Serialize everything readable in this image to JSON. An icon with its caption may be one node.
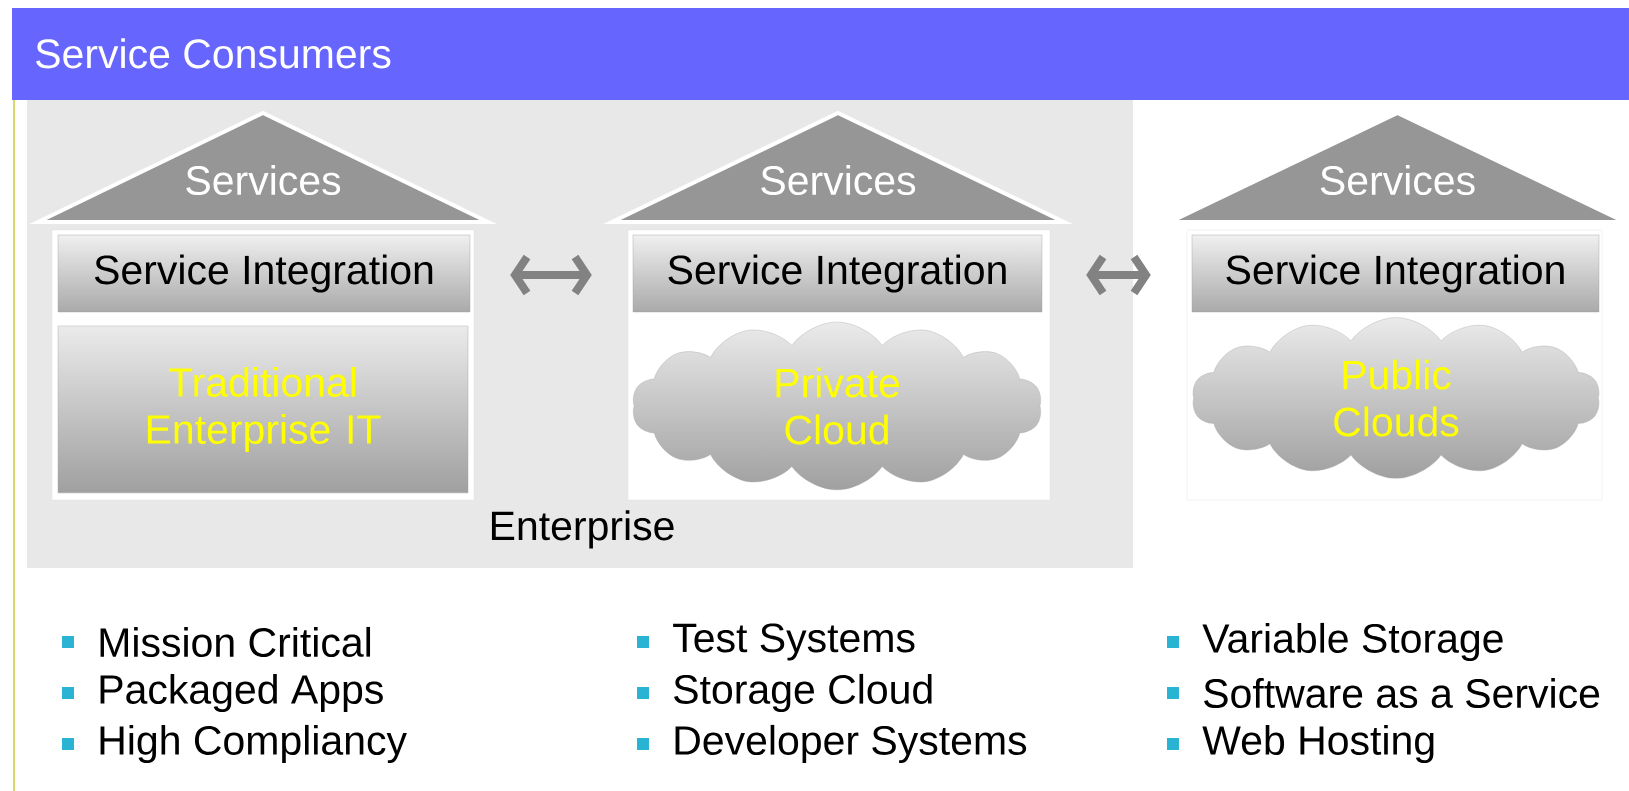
{
  "diagram": {
    "nodes": [
      {
        "text": [
          "Service Consumers"
        ]
      },
      {
        "text": [
          "Enterprise"
        ]
      },
      {
        "text": [
          "Services"
        ],
        "in": 1
      },
      {
        "text": [],
        "shape": "box",
        "in": 1
      },
      {
        "text": [
          "Service Integration"
        ],
        "in": 3
      },
      {
        "text": [
          "Traditional Enterprise IT"
        ],
        "in": 3
      },
      {
        "text": [
          "Services"
        ],
        "in": 1
      },
      {
        "text": [],
        "shape": "box",
        "in": 1
      },
      {
        "text": [
          "Service Integration"
        ],
        "in": 7
      },
      {
        "text": [
          "Private Cloud"
        ],
        "in": 7
      },
      {
        "text": [
          "Services"
        ]
      },
      {
        "text": [],
        "shape": "box"
      },
      {
        "text": [
          "Service Integration"
        ],
        "in": 11
      },
      {
        "text": [
          "Public Clouds"
        ],
        "in": 11
      }
    ],
    "edges": [
      {
        "from": 3,
        "to": 7,
        "arrow": "both"
      },
      {
        "from": 7,
        "to": 11,
        "arrow": "both"
      }
    ],
    "labels": [
      "Mission Critical",
      "Packaged Apps",
      "High Compliancy",
      "Test Systems",
      "Storage Cloud",
      "Developer Systems",
      "Variable Storage",
      "Software as a Service",
      "Web Hosting"
    ]
  }
}
